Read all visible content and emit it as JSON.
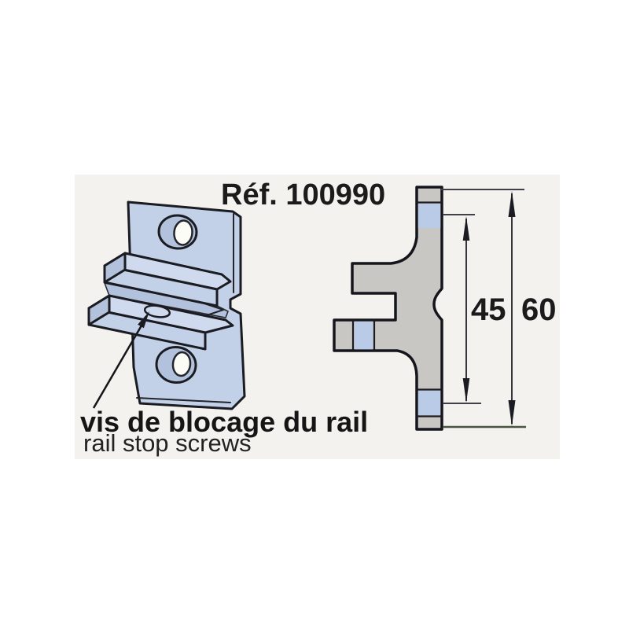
{
  "document": {
    "ref_label": "Réf. 100990",
    "callout": {
      "fr": "vis de blocage du rail",
      "en": "rail stop screws"
    },
    "dimensions": {
      "inner_mm": "45",
      "outer_mm": "60"
    },
    "colors": {
      "plate_blue": "#c3d1e8",
      "plate_blue_light": "#cfdaee",
      "plate_blue_dark": "#b2c2dc",
      "hole_white": "#fcfcf6",
      "section_gray": "#c9c7c3",
      "section_blue": "#b9cbe6",
      "outline": "#1b1b22",
      "extension_green": "#4b5444",
      "panel_bg": "#f3f2ef",
      "text": "#1b1b1b"
    }
  }
}
